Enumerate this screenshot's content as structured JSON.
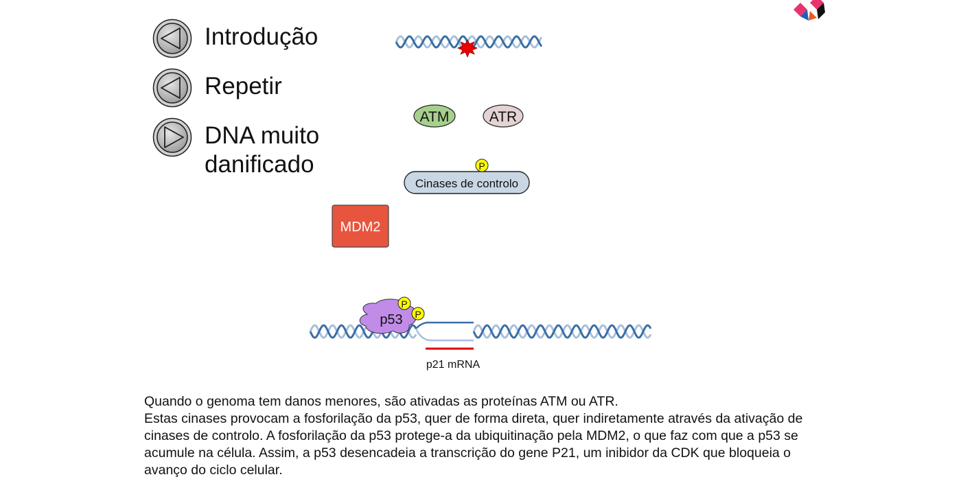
{
  "nav": {
    "intro": {
      "label": "Introdução",
      "direction": "back"
    },
    "repeat": {
      "label": "Repetir",
      "direction": "back"
    },
    "next": {
      "label": "DNA muito danificado",
      "direction": "forward"
    }
  },
  "diagram": {
    "proteins": {
      "atm": "ATM",
      "atr": "ATR",
      "checkpoint_kinases": "Cinases de controlo",
      "mdm2": "MDM2",
      "p53": "p53"
    },
    "phospho_label": "P",
    "mrna_label": "p21 mRNA",
    "colors": {
      "atm": "#a8d08d",
      "atr": "#e3d3d3",
      "checkpoint_kinases": "#c9d6e3",
      "mdm2": "#e8553e",
      "p53": "#c08ce8",
      "phospho": "#ffff00",
      "dna_dark": "#3a6ea5",
      "dna_light": "#a7bfdb",
      "mrna": "#e00000",
      "damage": "#ee0000"
    }
  },
  "description": {
    "lines": [
      "Quando o genoma tem danos menores, são ativadas as proteínas ATM ou ATR.",
      "Estas cinases provocam a fosforilação da p53, quer de forma direta, quer indiretamente através da ativação de cinases de controlo. A fosforilação da p53 protege-a da ubiquitinação pela MDM2, o que faz com que a p53 se acumule na célula. Assim, a p53 desencadeia a transcrição do gene P21, um inibidor da CDK que bloqueia o avanço do ciclo celular."
    ]
  },
  "logo": {
    "icon": "cube-logo-icon",
    "colors": [
      "#e8336d",
      "#1d5fb8",
      "#e85b1d",
      "#111111"
    ]
  }
}
